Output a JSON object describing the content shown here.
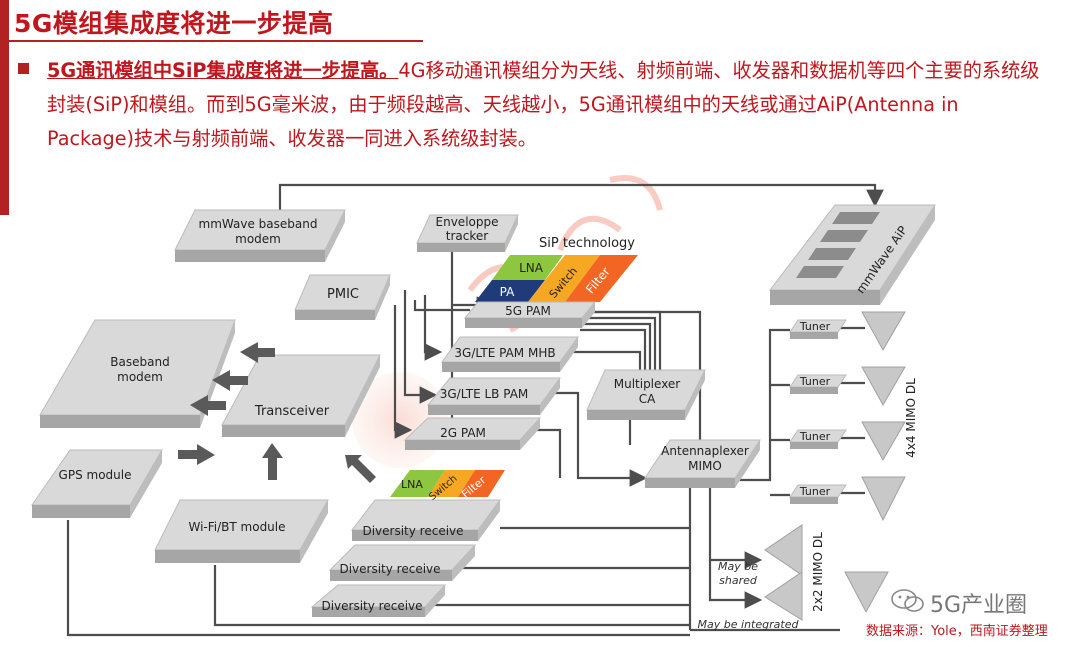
{
  "header": {
    "title": "5G模组集成度将进一步提高"
  },
  "intro": {
    "lead": "5G通讯模组中SiP集成度将进一步提高。",
    "body": "4G移动通讯模组分为天线、射频前端、收发器和数据机等四个主要的系统级封装(SiP)和模组。而到5G毫米波，由于频段越高、天线越小，5G通讯模组中的天线或通过AiP(Antenna in Package)技术与射频前端、收发器一同进入系统级封装。"
  },
  "diagram": {
    "modules": {
      "mmwave_baseband": [
        "mmWave baseband",
        "modem"
      ],
      "envelope_tracker": [
        "Enveloppe",
        "tracker"
      ],
      "pmic": "PMIC",
      "baseband_modem": [
        "Baseband",
        "modem"
      ],
      "transceiver": "Transceiver",
      "gps": "GPS module",
      "wifi_bt": "Wi-Fi/BT module",
      "pam_5g": "5G PAM",
      "pam_3g_lte_mhb": "3G/LTE PAM MHB",
      "pam_3g_lte_lb": "3G/LTE LB PAM",
      "pam_2g": "2G PAM",
      "multiplexer": [
        "Multiplexer",
        "CA"
      ],
      "antennaplexer": [
        "Antennaplexer",
        "MIMO"
      ],
      "diversity_1": "Diversity receive",
      "diversity_2": "Diversity receive",
      "diversity_3": "Diversity receive",
      "mmwave_aip": "mmWave AiP"
    },
    "sip_label": "SiP technology",
    "sip_chips": {
      "lna": "LNA",
      "pa": "PA",
      "switch": "Switch",
      "filter": "Filter"
    },
    "tuners": [
      "Tuner",
      "Tuner",
      "Tuner",
      "Tuner"
    ],
    "mimo_4x4": "4x4 MIMO DL",
    "mimo_2x2": "2x2 MIMO DL",
    "may_be_shared": [
      "May be",
      "shared"
    ],
    "may_be_integrated": "May be integrated",
    "colors": {
      "lna": "#8dc63f",
      "pa": "#1f3b7a",
      "switch": "#f7a823",
      "filter": "#f26522",
      "box_top": "#d9d9d9",
      "box_side": "#a6a6a6",
      "line": "#4d4d4d"
    }
  },
  "watermark": {
    "text": "5G产业圈"
  },
  "source": {
    "text": "数据来源：Yole，西南证券整理"
  }
}
